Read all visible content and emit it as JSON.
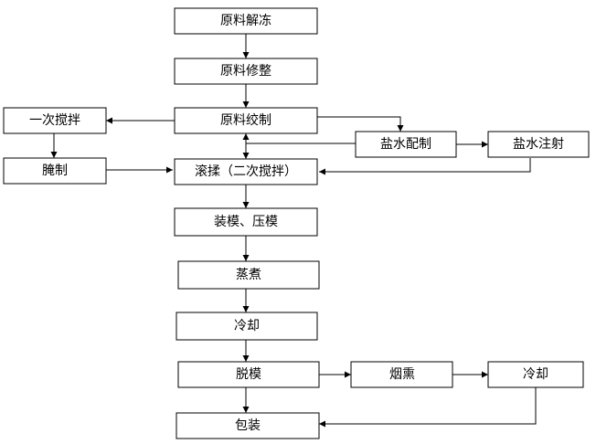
{
  "diagram": {
    "nodes": {
      "thaw": "原料解冻",
      "trim": "原料修整",
      "grind": "原料绞制",
      "mix1": "一次搅拌",
      "cure": "腌制",
      "brine_prep": "盐水配制",
      "brine_inject": "盐水注射",
      "tumble": "滚揉（二次搅拌）",
      "mold": "装模、压模",
      "steam": "蒸煮",
      "cool1": "冷却",
      "demold": "脱模",
      "smoke": "烟熏",
      "cool2": "冷却",
      "package": "包装"
    },
    "edges": [
      [
        "thaw",
        "trim"
      ],
      [
        "trim",
        "grind"
      ],
      [
        "grind",
        "mix1"
      ],
      [
        "grind",
        "brine_prep"
      ],
      [
        "brine_prep",
        "grind"
      ],
      [
        "brine_prep",
        "brine_inject"
      ],
      [
        "brine_inject",
        "tumble"
      ],
      [
        "mix1",
        "cure"
      ],
      [
        "cure",
        "tumble"
      ],
      [
        "grind",
        "tumble"
      ],
      [
        "tumble",
        "mold"
      ],
      [
        "mold",
        "steam"
      ],
      [
        "steam",
        "cool1"
      ],
      [
        "cool1",
        "demold"
      ],
      [
        "demold",
        "smoke"
      ],
      [
        "smoke",
        "cool2"
      ],
      [
        "cool2",
        "package"
      ],
      [
        "demold",
        "package"
      ]
    ]
  }
}
